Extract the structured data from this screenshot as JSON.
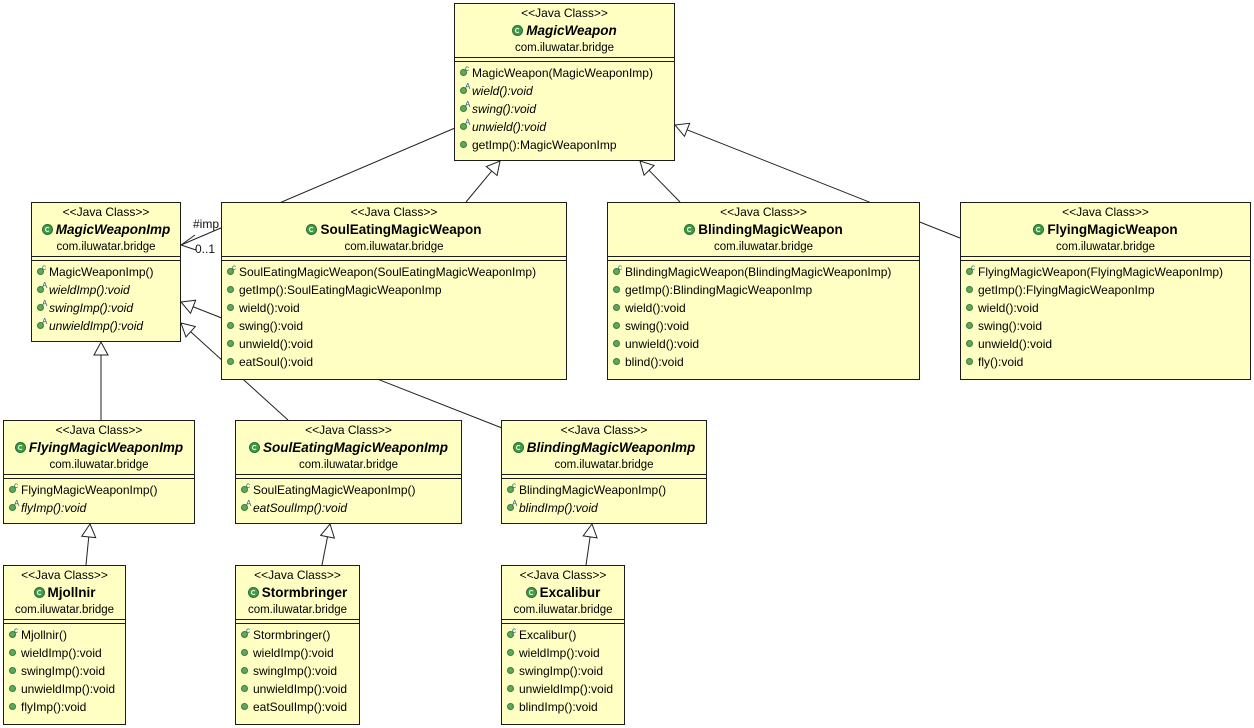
{
  "classes": [
    {
      "stereotype": "<<Java Class>>",
      "name": "MagicWeapon",
      "package": "com.iluwatar.bridge",
      "abstract": true,
      "ops": [
        {
          "text": "MagicWeapon(MagicWeaponImp)",
          "kind": "ctor",
          "abstract": false
        },
        {
          "text": "wield():void",
          "kind": "abstract",
          "abstract": true
        },
        {
          "text": "swing():void",
          "kind": "abstract",
          "abstract": true
        },
        {
          "text": "unwield():void",
          "kind": "abstract",
          "abstract": true
        },
        {
          "text": "getImp():MagicWeaponImp",
          "kind": "method",
          "abstract": false
        }
      ]
    },
    {
      "stereotype": "<<Java Class>>",
      "name": "MagicWeaponImp",
      "package": "com.iluwatar.bridge",
      "abstract": true,
      "ops": [
        {
          "text": "MagicWeaponImp()",
          "kind": "ctor",
          "abstract": false
        },
        {
          "text": "wieldImp():void",
          "kind": "abstract",
          "abstract": true
        },
        {
          "text": "swingImp():void",
          "kind": "abstract",
          "abstract": true
        },
        {
          "text": "unwieldImp():void",
          "kind": "abstract",
          "abstract": true
        }
      ]
    },
    {
      "stereotype": "<<Java Class>>",
      "name": "SoulEatingMagicWeapon",
      "package": "com.iluwatar.bridge",
      "abstract": false,
      "ops": [
        {
          "text": "SoulEatingMagicWeapon(SoulEatingMagicWeaponImp)",
          "kind": "ctor",
          "abstract": false
        },
        {
          "text": "getImp():SoulEatingMagicWeaponImp",
          "kind": "method",
          "abstract": false
        },
        {
          "text": "wield():void",
          "kind": "method",
          "abstract": false
        },
        {
          "text": "swing():void",
          "kind": "method",
          "abstract": false
        },
        {
          "text": "unwield():void",
          "kind": "method",
          "abstract": false
        },
        {
          "text": "eatSoul():void",
          "kind": "method",
          "abstract": false
        }
      ]
    },
    {
      "stereotype": "<<Java Class>>",
      "name": "BlindingMagicWeapon",
      "package": "com.iluwatar.bridge",
      "abstract": false,
      "ops": [
        {
          "text": "BlindingMagicWeapon(BlindingMagicWeaponImp)",
          "kind": "ctor",
          "abstract": false
        },
        {
          "text": "getImp():BlindingMagicWeaponImp",
          "kind": "method",
          "abstract": false
        },
        {
          "text": "wield():void",
          "kind": "method",
          "abstract": false
        },
        {
          "text": "swing():void",
          "kind": "method",
          "abstract": false
        },
        {
          "text": "unwield():void",
          "kind": "method",
          "abstract": false
        },
        {
          "text": "blind():void",
          "kind": "method",
          "abstract": false
        }
      ]
    },
    {
      "stereotype": "<<Java Class>>",
      "name": "FlyingMagicWeapon",
      "package": "com.iluwatar.bridge",
      "abstract": false,
      "ops": [
        {
          "text": "FlyingMagicWeapon(FlyingMagicWeaponImp)",
          "kind": "ctor",
          "abstract": false
        },
        {
          "text": "getImp():FlyingMagicWeaponImp",
          "kind": "method",
          "abstract": false
        },
        {
          "text": "wield():void",
          "kind": "method",
          "abstract": false
        },
        {
          "text": "swing():void",
          "kind": "method",
          "abstract": false
        },
        {
          "text": "unwield():void",
          "kind": "method",
          "abstract": false
        },
        {
          "text": "fly():void",
          "kind": "method",
          "abstract": false
        }
      ]
    },
    {
      "stereotype": "<<Java Class>>",
      "name": "FlyingMagicWeaponImp",
      "package": "com.iluwatar.bridge",
      "abstract": true,
      "ops": [
        {
          "text": "FlyingMagicWeaponImp()",
          "kind": "ctor",
          "abstract": false
        },
        {
          "text": "flyImp():void",
          "kind": "abstract",
          "abstract": true
        }
      ]
    },
    {
      "stereotype": "<<Java Class>>",
      "name": "SoulEatingMagicWeaponImp",
      "package": "com.iluwatar.bridge",
      "abstract": true,
      "ops": [
        {
          "text": "SoulEatingMagicWeaponImp()",
          "kind": "ctor",
          "abstract": false
        },
        {
          "text": "eatSoulImp():void",
          "kind": "abstract",
          "abstract": true
        }
      ]
    },
    {
      "stereotype": "<<Java Class>>",
      "name": "BlindingMagicWeaponImp",
      "package": "com.iluwatar.bridge",
      "abstract": true,
      "ops": [
        {
          "text": "BlindingMagicWeaponImp()",
          "kind": "ctor",
          "abstract": false
        },
        {
          "text": "blindImp():void",
          "kind": "abstract",
          "abstract": true
        }
      ]
    },
    {
      "stereotype": "<<Java Class>>",
      "name": "Mjollnir",
      "package": "com.iluwatar.bridge",
      "abstract": false,
      "ops": [
        {
          "text": "Mjollnir()",
          "kind": "ctor",
          "abstract": false
        },
        {
          "text": "wieldImp():void",
          "kind": "method",
          "abstract": false
        },
        {
          "text": "swingImp():void",
          "kind": "method",
          "abstract": false
        },
        {
          "text": "unwieldImp():void",
          "kind": "method",
          "abstract": false
        },
        {
          "text": "flyImp():void",
          "kind": "method",
          "abstract": false
        }
      ]
    },
    {
      "stereotype": "<<Java Class>>",
      "name": "Stormbringer",
      "package": "com.iluwatar.bridge",
      "abstract": false,
      "ops": [
        {
          "text": "Stormbringer()",
          "kind": "ctor",
          "abstract": false
        },
        {
          "text": "wieldImp():void",
          "kind": "method",
          "abstract": false
        },
        {
          "text": "swingImp():void",
          "kind": "method",
          "abstract": false
        },
        {
          "text": "unwieldImp():void",
          "kind": "method",
          "abstract": false
        },
        {
          "text": "eatSoulImp():void",
          "kind": "method",
          "abstract": false
        }
      ]
    },
    {
      "stereotype": "<<Java Class>>",
      "name": "Excalibur",
      "package": "com.iluwatar.bridge",
      "abstract": false,
      "ops": [
        {
          "text": "Excalibur()",
          "kind": "ctor",
          "abstract": false
        },
        {
          "text": "wieldImp():void",
          "kind": "method",
          "abstract": false
        },
        {
          "text": "swingImp():void",
          "kind": "method",
          "abstract": false
        },
        {
          "text": "unwieldImp():void",
          "kind": "method",
          "abstract": false
        },
        {
          "text": "blindImp():void",
          "kind": "method",
          "abstract": false
        }
      ]
    }
  ],
  "association": {
    "role": "#imp",
    "multiplicity": "0..1"
  },
  "colors": {
    "class_fill": "#ffffc4",
    "border": "#1c1c1c",
    "method_icon": "#5daa5d",
    "class_icon": "#3f9e45"
  }
}
